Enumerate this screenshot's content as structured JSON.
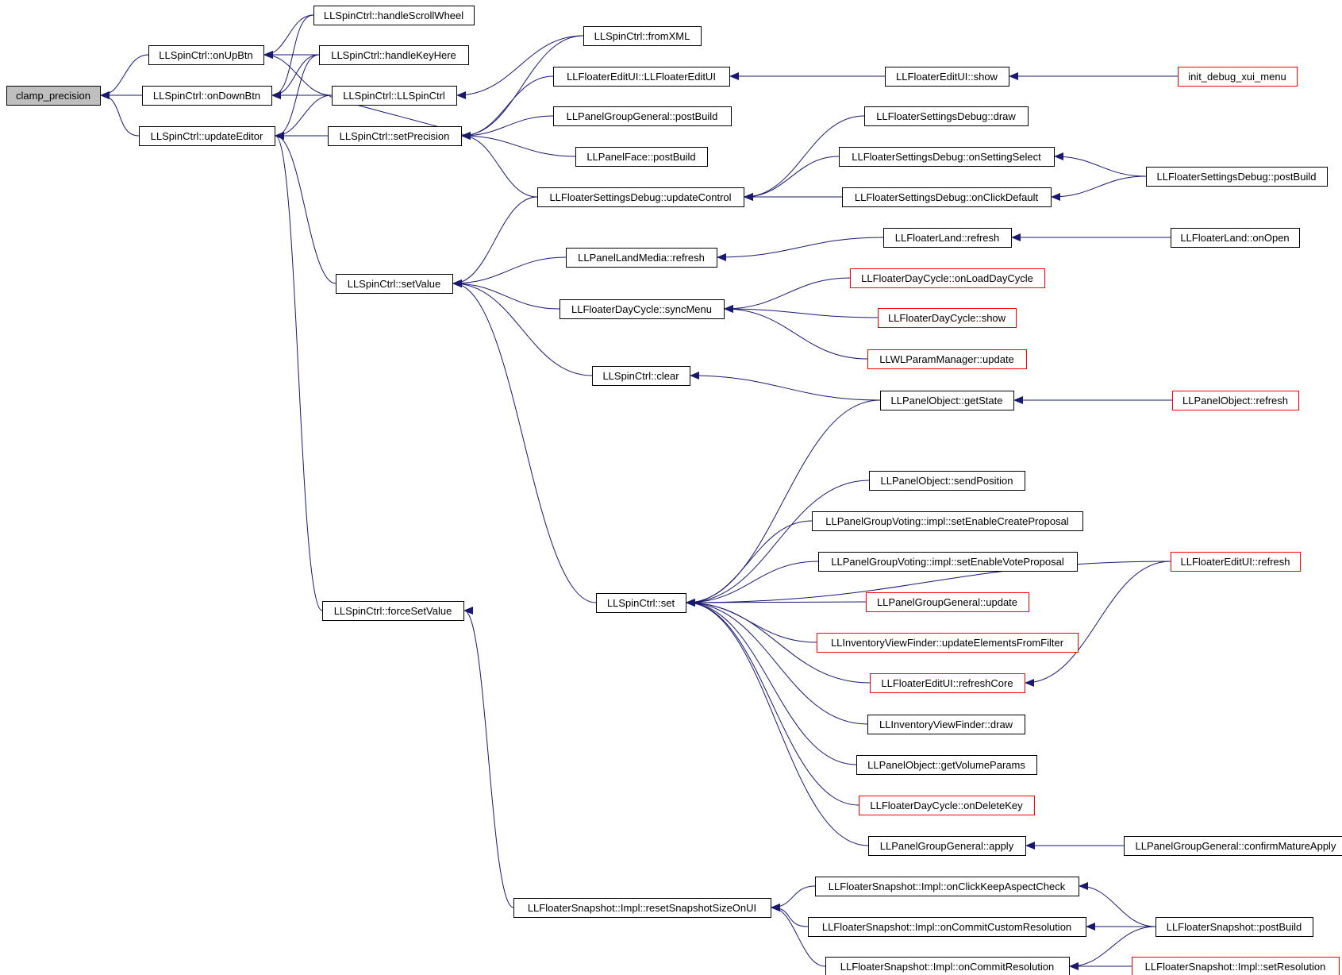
{
  "colors": {
    "edge": "#191970",
    "node_border": "#000000",
    "node_border_truncated": "#ff0000",
    "root_fill": "#bfbfbf",
    "node_fill": "#ffffff"
  },
  "nodes": [
    {
      "id": "clamp_precision",
      "label": "clamp_precision",
      "style": "root"
    },
    {
      "id": "onUpBtn",
      "label": "LLSpinCtrl::onUpBtn",
      "style": "normal"
    },
    {
      "id": "onDownBtn",
      "label": "LLSpinCtrl::onDownBtn",
      "style": "normal"
    },
    {
      "id": "updateEditor",
      "label": "LLSpinCtrl::updateEditor",
      "style": "normal"
    },
    {
      "id": "handleScrollWheel",
      "label": "LLSpinCtrl::handleScrollWheel",
      "style": "normal"
    },
    {
      "id": "handleKeyHere",
      "label": "LLSpinCtrl::handleKeyHere",
      "style": "normal"
    },
    {
      "id": "LLSpinCtrl_ctor",
      "label": "LLSpinCtrl::LLSpinCtrl",
      "style": "normal"
    },
    {
      "id": "setPrecision",
      "label": "LLSpinCtrl::setPrecision",
      "style": "normal"
    },
    {
      "id": "setValue",
      "label": "LLSpinCtrl::setValue",
      "style": "normal"
    },
    {
      "id": "forceSetValue",
      "label": "LLSpinCtrl::forceSetValue",
      "style": "normal"
    },
    {
      "id": "fromXML",
      "label": "LLSpinCtrl::fromXML",
      "style": "normal"
    },
    {
      "id": "editUICtor",
      "label": "LLFloaterEditUI::LLFloaterEditUI",
      "style": "normal"
    },
    {
      "id": "pgPostBuild",
      "label": "LLPanelGroupGeneral::postBuild",
      "style": "normal"
    },
    {
      "id": "faceBuild",
      "label": "LLPanelFace::postBuild",
      "style": "normal"
    },
    {
      "id": "updateControl",
      "label": "LLFloaterSettingsDebug::updateControl",
      "style": "normal"
    },
    {
      "id": "landMediaRefresh",
      "label": "LLPanelLandMedia::refresh",
      "style": "normal"
    },
    {
      "id": "syncMenu",
      "label": "LLFloaterDayCycle::syncMenu",
      "style": "normal"
    },
    {
      "id": "clear",
      "label": "LLSpinCtrl::clear",
      "style": "normal"
    },
    {
      "id": "set",
      "label": "LLSpinCtrl::set",
      "style": "normal"
    },
    {
      "id": "resetSnap",
      "label": "LLFloaterSnapshot::Impl::resetSnapshotSizeOnUI",
      "style": "normal"
    },
    {
      "id": "editUIShow",
      "label": "LLFloaterEditUI::show",
      "style": "normal"
    },
    {
      "id": "sdDraw",
      "label": "LLFloaterSettingsDebug::draw",
      "style": "normal"
    },
    {
      "id": "sdSelect",
      "label": "LLFloaterSettingsDebug::onSettingSelect",
      "style": "normal"
    },
    {
      "id": "sdDefault",
      "label": "LLFloaterSettingsDebug::onClickDefault",
      "style": "normal"
    },
    {
      "id": "landRefresh",
      "label": "LLFloaterLand::refresh",
      "style": "normal"
    },
    {
      "id": "dcLoad",
      "label": "LLFloaterDayCycle::onLoadDayCycle",
      "style": "truncated"
    },
    {
      "id": "dcShow",
      "label": "LLFloaterDayCycle::show",
      "style": "truncated"
    },
    {
      "id": "wlUpdate",
      "label": "LLWLParamManager::update",
      "style": "truncated"
    },
    {
      "id": "poGetState",
      "label": "LLPanelObject::getState",
      "style": "normal"
    },
    {
      "id": "poSendPos",
      "label": "LLPanelObject::sendPosition",
      "style": "normal"
    },
    {
      "id": "gvCreate",
      "label": "LLPanelGroupVoting::impl::setEnableCreateProposal",
      "style": "normal"
    },
    {
      "id": "gvVote",
      "label": "LLPanelGroupVoting::impl::setEnableVoteProposal",
      "style": "normal"
    },
    {
      "id": "pgUpdate",
      "label": "LLPanelGroupGeneral::update",
      "style": "truncated"
    },
    {
      "id": "ivfUpdate",
      "label": "LLInventoryViewFinder::updateElementsFromFilter",
      "style": "truncated"
    },
    {
      "id": "euRefreshCore",
      "label": "LLFloaterEditUI::refreshCore",
      "style": "truncated"
    },
    {
      "id": "ivfDraw",
      "label": "LLInventoryViewFinder::draw",
      "style": "normal"
    },
    {
      "id": "poVolume",
      "label": "LLPanelObject::getVolumeParams",
      "style": "normal"
    },
    {
      "id": "dcDelete",
      "label": "LLFloaterDayCycle::onDeleteKey",
      "style": "truncated"
    },
    {
      "id": "pgApply",
      "label": "LLPanelGroupGeneral::apply",
      "style": "normal"
    },
    {
      "id": "fsKeepAspect",
      "label": "LLFloaterSnapshot::Impl::onClickKeepAspectCheck",
      "style": "normal"
    },
    {
      "id": "fsCustomRes",
      "label": "LLFloaterSnapshot::Impl::onCommitCustomResolution",
      "style": "normal"
    },
    {
      "id": "fsCommitRes",
      "label": "LLFloaterSnapshot::Impl::onCommitResolution",
      "style": "normal"
    },
    {
      "id": "initDebug",
      "label": "init_debug_xui_menu",
      "style": "truncated"
    },
    {
      "id": "sdPostBuild",
      "label": "LLFloaterSettingsDebug::postBuild",
      "style": "normal"
    },
    {
      "id": "landOpen",
      "label": "LLFloaterLand::onOpen",
      "style": "normal"
    },
    {
      "id": "poRefresh",
      "label": "LLPanelObject::refresh",
      "style": "truncated"
    },
    {
      "id": "euRefresh",
      "label": "LLFloaterEditUI::refresh",
      "style": "truncated"
    },
    {
      "id": "pgConfirm",
      "label": "LLPanelGroupGeneral::confirmMatureApply",
      "style": "normal"
    },
    {
      "id": "fsPostBuild",
      "label": "LLFloaterSnapshot::postBuild",
      "style": "normal"
    },
    {
      "id": "fsSetRes",
      "label": "LLFloaterSnapshot::Impl::setResolution",
      "style": "truncated"
    }
  ],
  "edges": [
    {
      "from": "onUpBtn",
      "to": "clamp_precision"
    },
    {
      "from": "onDownBtn",
      "to": "clamp_precision"
    },
    {
      "from": "updateEditor",
      "to": "clamp_precision"
    },
    {
      "from": "handleScrollWheel",
      "to": "onUpBtn"
    },
    {
      "from": "handleKeyHere",
      "to": "onUpBtn"
    },
    {
      "from": "LLSpinCtrl_ctor",
      "to": "onUpBtn"
    },
    {
      "from": "handleScrollWheel",
      "to": "onDownBtn"
    },
    {
      "from": "handleKeyHere",
      "to": "onDownBtn"
    },
    {
      "from": "LLSpinCtrl_ctor",
      "to": "onDownBtn"
    },
    {
      "from": "handleKeyHere",
      "to": "updateEditor"
    },
    {
      "from": "LLSpinCtrl_ctor",
      "to": "updateEditor"
    },
    {
      "from": "setPrecision",
      "to": "updateEditor"
    },
    {
      "from": "setValue",
      "to": "updateEditor"
    },
    {
      "from": "forceSetValue",
      "to": "updateEditor"
    },
    {
      "from": "LLSpinCtrl_ctor",
      "to": "setPrecision"
    },
    {
      "from": "fromXML",
      "to": "setPrecision"
    },
    {
      "from": "editUICtor",
      "to": "setPrecision"
    },
    {
      "from": "pgPostBuild",
      "to": "setPrecision"
    },
    {
      "from": "faceBuild",
      "to": "setPrecision"
    },
    {
      "from": "updateControl",
      "to": "setPrecision"
    },
    {
      "from": "fromXML",
      "to": "LLSpinCtrl_ctor"
    },
    {
      "from": "updateControl",
      "to": "setValue"
    },
    {
      "from": "landMediaRefresh",
      "to": "setValue"
    },
    {
      "from": "syncMenu",
      "to": "setValue"
    },
    {
      "from": "clear",
      "to": "setValue"
    },
    {
      "from": "set",
      "to": "setValue"
    },
    {
      "from": "resetSnap",
      "to": "forceSetValue"
    },
    {
      "from": "editUIShow",
      "to": "editUICtor"
    },
    {
      "from": "initDebug",
      "to": "editUIShow"
    },
    {
      "from": "sdDraw",
      "to": "updateControl"
    },
    {
      "from": "sdSelect",
      "to": "updateControl"
    },
    {
      "from": "sdDefault",
      "to": "updateControl"
    },
    {
      "from": "sdPostBuild",
      "to": "sdSelect"
    },
    {
      "from": "sdPostBuild",
      "to": "sdDefault"
    },
    {
      "from": "landRefresh",
      "to": "landMediaRefresh"
    },
    {
      "from": "landOpen",
      "to": "landRefresh"
    },
    {
      "from": "dcLoad",
      "to": "syncMenu"
    },
    {
      "from": "dcShow",
      "to": "syncMenu"
    },
    {
      "from": "wlUpdate",
      "to": "syncMenu"
    },
    {
      "from": "poGetState",
      "to": "clear"
    },
    {
      "from": "poRefresh",
      "to": "poGetState"
    },
    {
      "from": "poGetState",
      "to": "set"
    },
    {
      "from": "euRefresh",
      "to": "set"
    },
    {
      "from": "poSendPos",
      "to": "set"
    },
    {
      "from": "gvCreate",
      "to": "set"
    },
    {
      "from": "gvVote",
      "to": "set"
    },
    {
      "from": "pgUpdate",
      "to": "set"
    },
    {
      "from": "ivfUpdate",
      "to": "set"
    },
    {
      "from": "euRefreshCore",
      "to": "set"
    },
    {
      "from": "ivfDraw",
      "to": "set"
    },
    {
      "from": "poVolume",
      "to": "set"
    },
    {
      "from": "dcDelete",
      "to": "set"
    },
    {
      "from": "pgApply",
      "to": "set"
    },
    {
      "from": "euRefresh",
      "to": "euRefreshCore"
    },
    {
      "from": "pgConfirm",
      "to": "pgApply"
    },
    {
      "from": "fsKeepAspect",
      "to": "resetSnap"
    },
    {
      "from": "fsCustomRes",
      "to": "resetSnap"
    },
    {
      "from": "fsCommitRes",
      "to": "resetSnap"
    },
    {
      "from": "fsPostBuild",
      "to": "fsKeepAspect"
    },
    {
      "from": "fsPostBuild",
      "to": "fsCustomRes"
    },
    {
      "from": "fsPostBuild",
      "to": "fsCommitRes"
    },
    {
      "from": "fsSetRes",
      "to": "fsCommitRes"
    }
  ]
}
